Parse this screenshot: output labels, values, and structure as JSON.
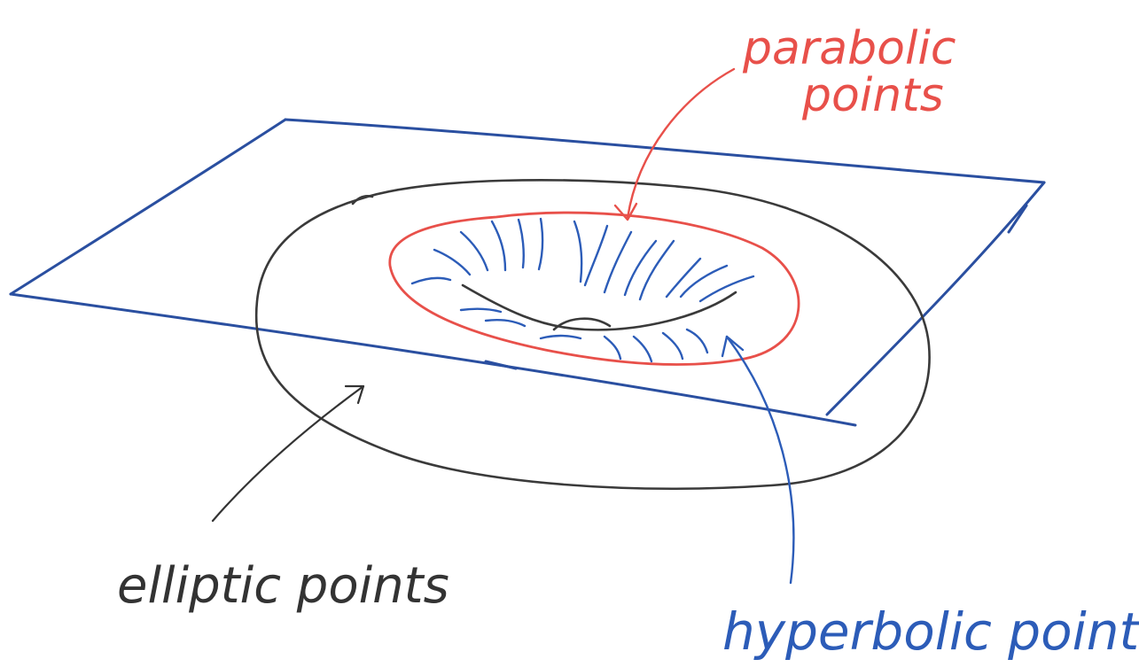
{
  "labels": {
    "parabolic_line1": "parabolic",
    "parabolic_line2": "points",
    "elliptic": "elliptic points",
    "hyperbolic": "hyperbolic points"
  },
  "colors": {
    "plane": "#2a4fa0",
    "torus": "#3a3a3a",
    "parabolic": "#e8504a",
    "hyperbolic": "#2c5cb8",
    "elliptic_text": "#333333",
    "background": "#ffffff"
  }
}
